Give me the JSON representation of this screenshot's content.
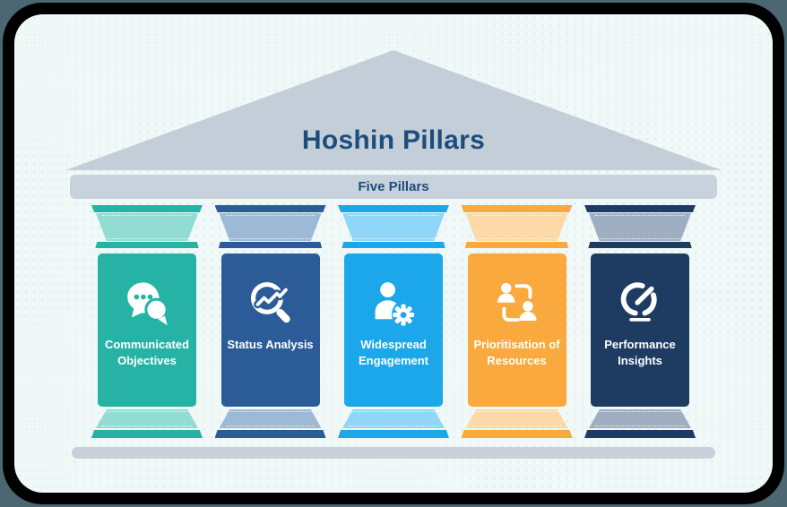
{
  "card": {
    "title": "Hoshin Pillars",
    "banner": "Five Pillars",
    "colors": {
      "outer_edge": "#4c6672",
      "border_frame": "#000000",
      "background": "#f0f9f7",
      "background_dots": "#d8ebe8",
      "stone": "#c6d0da",
      "heading_text": "#1d4d7c",
      "pillar_label_text": "#ffffff"
    }
  },
  "pillars": [
    {
      "label": "Communicated Objectives",
      "icon": "chat-bubbles-icon",
      "color": "#26b2a4",
      "capital_color": "#93dcd4"
    },
    {
      "label": "Status Analysis",
      "icon": "magnifier-chart-icon",
      "color": "#2b5c97",
      "capital_color": "#9db9d5"
    },
    {
      "label": "Widespread Engagement",
      "icon": "person-gear-icon",
      "color": "#1ba7ea",
      "capital_color": "#90d6f8"
    },
    {
      "label": "Prioritisation of Resources",
      "icon": "people-exchange-icon",
      "color": "#f9a93d",
      "capital_color": "#fcd9a6"
    },
    {
      "label": "Performance Insights",
      "icon": "gauge-icon",
      "color": "#1e3c62",
      "capital_color": "#a0aec1"
    }
  ]
}
